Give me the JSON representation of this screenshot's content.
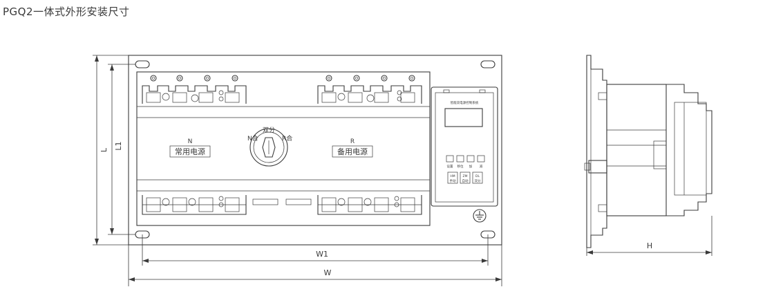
{
  "title": "PGQ2一体式外形安装尺寸",
  "front_view": {
    "source_n_letter": "N",
    "source_n_label": "常用电源",
    "source_r_letter": "R",
    "source_r_label": "备用电源",
    "switch_top": "双分",
    "switch_left": "N合",
    "switch_right": "R合",
    "controller_title": "智能双电源控制系统",
    "controller_keys": [
      "设置",
      "移位",
      "加",
      "减"
    ],
    "controller_modes": [
      "手动",
      "自动",
      "双分"
    ],
    "controller_mode_codes": [
      "HM",
      "ZM",
      "DL"
    ]
  },
  "dimensions": {
    "height_outer": "L",
    "height_inner": "L1",
    "width_inner": "W1",
    "width_outer": "W",
    "depth": "H"
  }
}
